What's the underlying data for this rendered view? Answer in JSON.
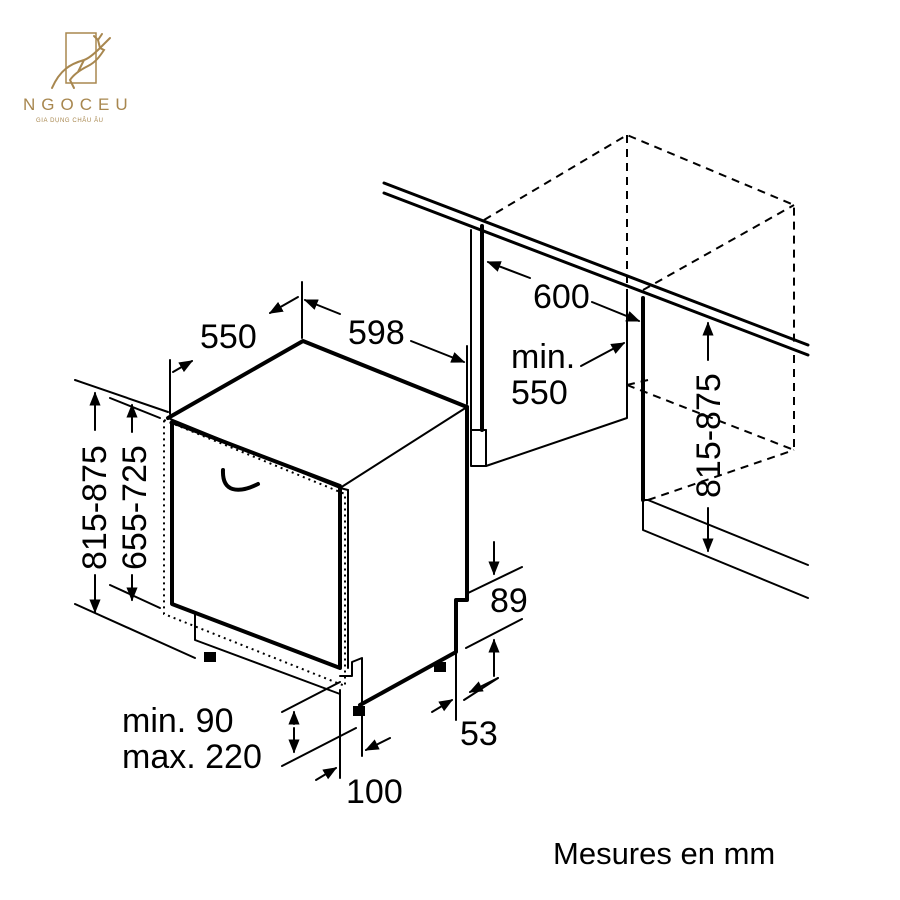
{
  "brand": {
    "name": "NGOCEU",
    "tagline": "GIA DỤNG CHÂU ÂU",
    "accent_color": "#a8874f",
    "icon": "deer-logo-icon"
  },
  "dimensions": {
    "depth": "550",
    "width": "598",
    "niche_width": "600",
    "niche_depth_line1": "min.",
    "niche_depth_line2": "550",
    "niche_height": "815-875",
    "appliance_height": "815-875",
    "door_height": "655-725",
    "plinth_height": "89",
    "foot_height": "53",
    "plinth_range_line1": "min. 90",
    "plinth_range_line2": "max. 220",
    "plinth_depth": "100"
  },
  "footer": {
    "units_note": "Mesures en mm"
  }
}
